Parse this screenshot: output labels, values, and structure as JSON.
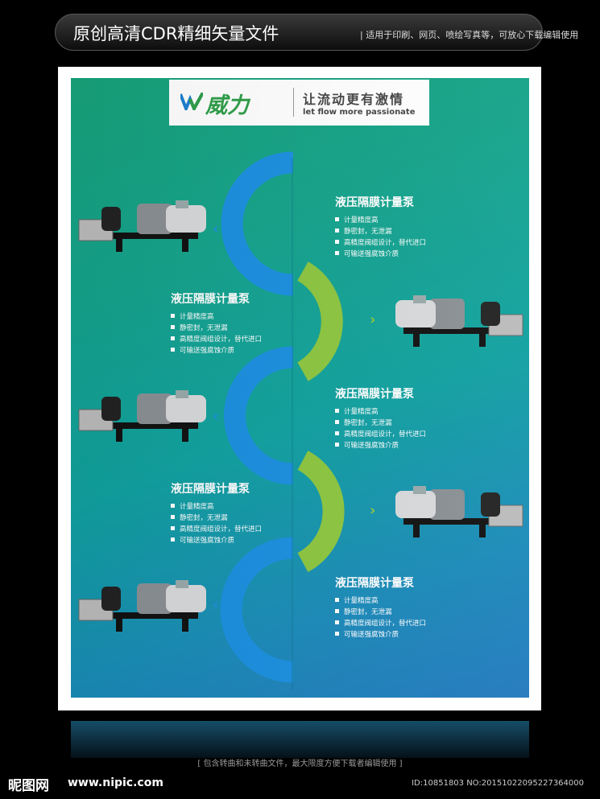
{
  "header": {
    "title": "原创高清CDR精细矢量文件",
    "subtitle": "| 适用于印刷、网页、喷绘写真等，可放心下载编辑使用"
  },
  "logo": {
    "brand": "威力",
    "slogan": "让流动更有激情",
    "slogan_en": "let flow more passionate"
  },
  "blocks": [
    {
      "title": "液压隔膜计量泵",
      "items": [
        "计量精度高",
        "静密封，无泄漏",
        "高精度阀组设计，替代进口",
        "可输送强腐蚀介质"
      ]
    },
    {
      "title": "液压隔膜计量泵",
      "items": [
        "计量精度高",
        "静密封，无泄漏",
        "高精度阀组设计，替代进口",
        "可输送强腐蚀介质"
      ]
    },
    {
      "title": "液压隔膜计量泵",
      "items": [
        "计量精度高",
        "静密封，无泄漏",
        "高精度阀组设计，替代进口",
        "可输送强腐蚀介质"
      ]
    },
    {
      "title": "液压隔膜计量泵",
      "items": [
        "计量精度高",
        "静密封，无泄漏",
        "高精度阀组设计，替代进口",
        "可输送强腐蚀介质"
      ]
    },
    {
      "title": "液压隔膜计量泵",
      "items": [
        "计量精度高",
        "静密封，无泄漏",
        "高精度阀组设计，替代进口",
        "可输送强腐蚀介质"
      ]
    }
  ],
  "colors": {
    "blue": "#1a8fe0",
    "green": "#8cc63f",
    "brand_green": "#2e9e48"
  },
  "footer": {
    "caption": "[ 包含转曲和未转曲文件，最大限度方便下载者编辑使用 ]",
    "site_logo": "昵图网",
    "site_url": "www.nipic.com",
    "id": "ID:10851803 NO:20151022095227364000"
  }
}
